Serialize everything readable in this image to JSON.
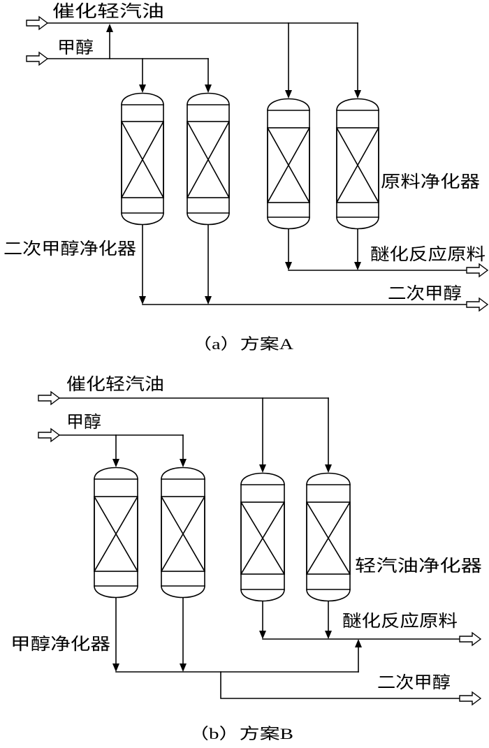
{
  "scheme_a": {
    "caption": "（a）方案A",
    "feed_gasoline": "催化轻汽油",
    "feed_methanol": "甲醇",
    "raw_purifier": "原料净化器",
    "etherification_feed": "醚化反应原料",
    "secondary_methanol_purifier": "二次甲醇净化器",
    "secondary_methanol": "二次甲醇"
  },
  "scheme_b": {
    "caption": "（b）方案B",
    "feed_gasoline": "催化轻汽油",
    "feed_methanol": "甲醇",
    "gasoline_purifier": "轻汽油净化器",
    "etherification_feed": "醚化反应原料",
    "methanol_purifier": "甲醇净化器",
    "secondary_methanol": "二次甲醇"
  },
  "colors": {
    "line": "#000000",
    "background": "#ffffff"
  }
}
